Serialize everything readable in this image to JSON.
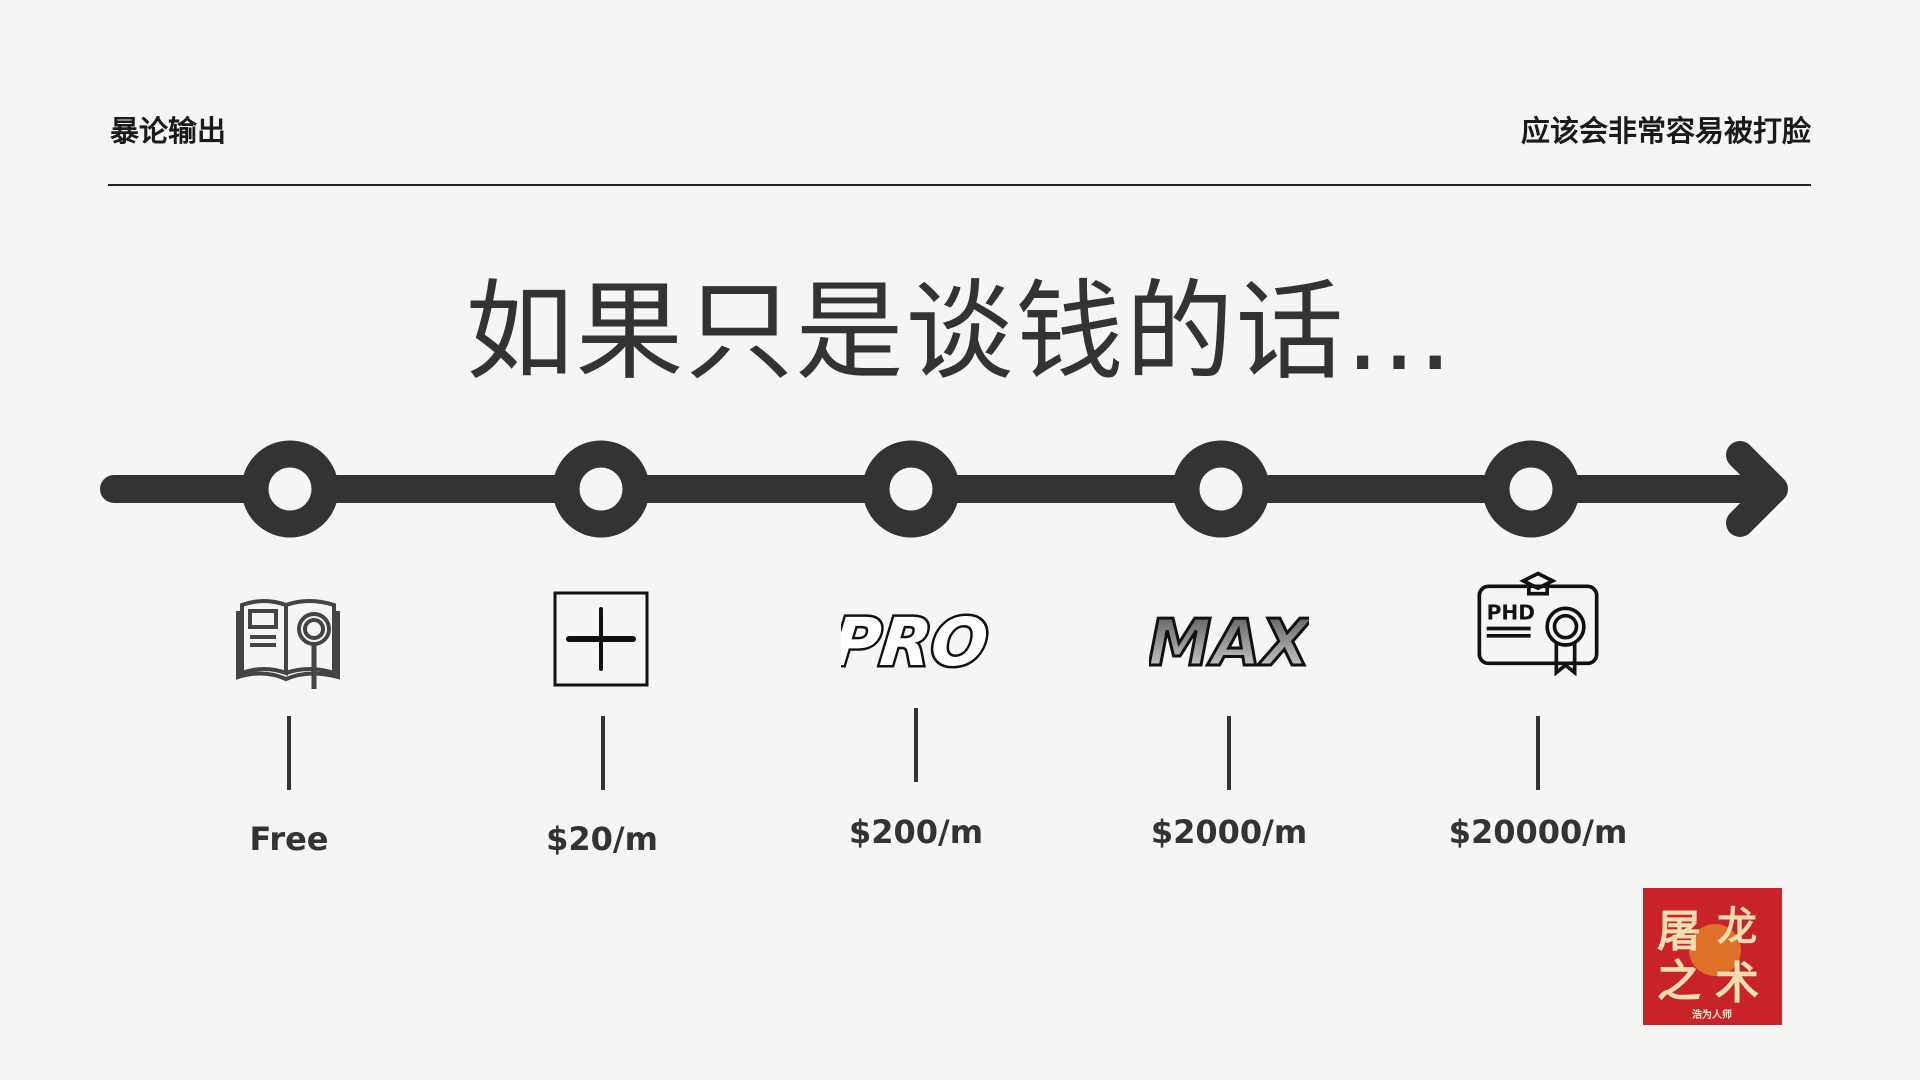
{
  "header": {
    "left": "暴论输出",
    "right": "应该会非常容易被打脸"
  },
  "title": "如果只是谈钱的话...",
  "tiers": [
    {
      "icon": "book-magnifier-icon",
      "price": "Free"
    },
    {
      "icon": "plus-icon",
      "price": "$20/m"
    },
    {
      "icon": "pro-text-icon",
      "price": "$200/m",
      "badge": "PRO"
    },
    {
      "icon": "max-text-icon",
      "price": "$2000/m",
      "badge": "MAX"
    },
    {
      "icon": "phd-certificate-icon",
      "price": "$20000/m",
      "badge": "PHD"
    }
  ],
  "logo": {
    "title": "屠龙之术",
    "subtitle": "浩为人师"
  },
  "colors": {
    "bg": "#f5f5f3",
    "ink": "#333333",
    "logo_red": "#c8232a",
    "logo_text": "#efdfb0"
  }
}
